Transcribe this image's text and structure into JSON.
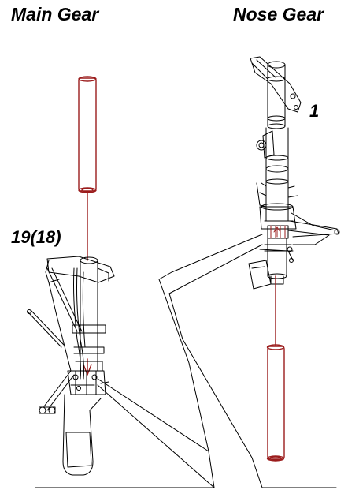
{
  "titles": {
    "main_gear": "Main Gear",
    "nose_gear": "Nose Gear"
  },
  "callouts": {
    "main": "19(18)",
    "nose": "1"
  },
  "colors": {
    "line": "#000000",
    "part": "#9b1c1c"
  }
}
